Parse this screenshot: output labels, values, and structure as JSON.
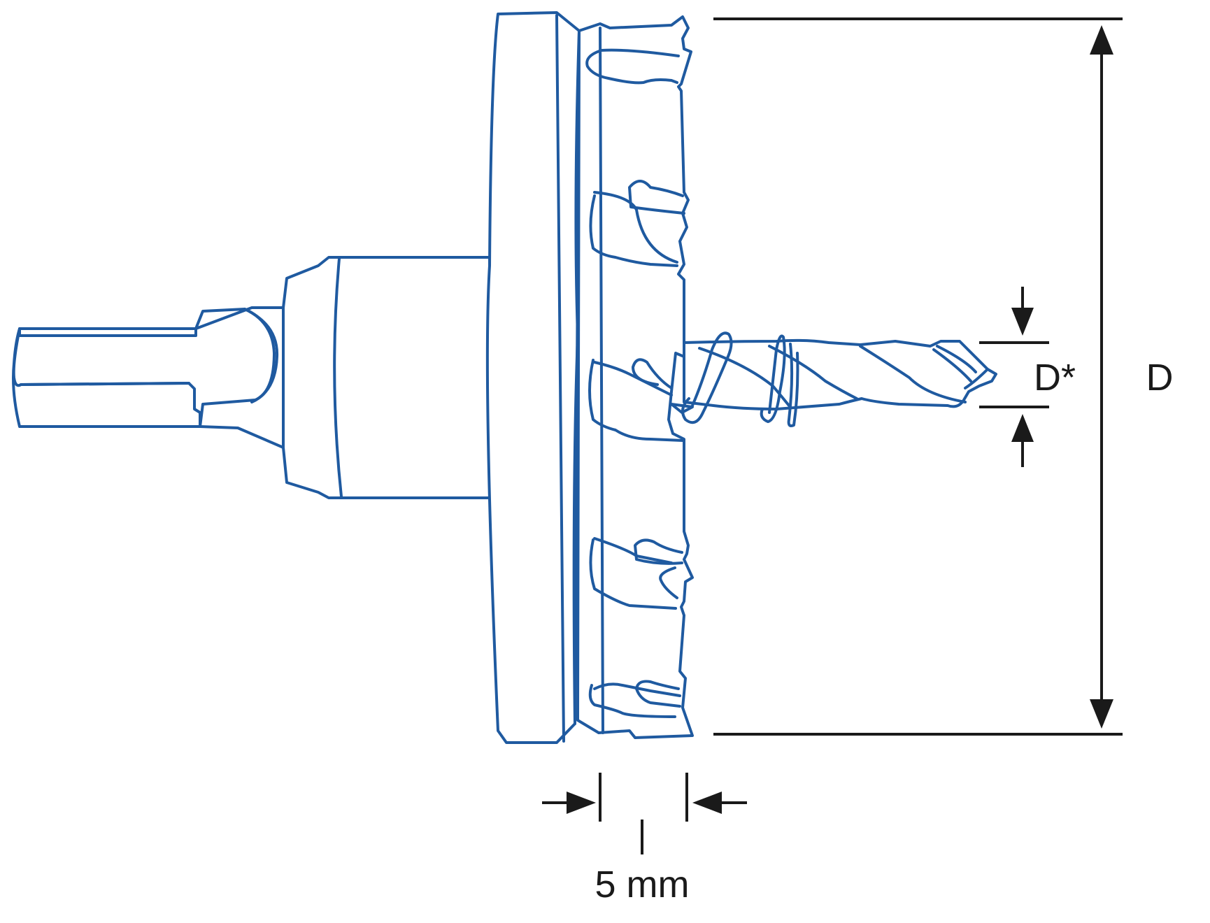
{
  "labels": {
    "outer_diameter": "D",
    "drill_diameter": "D*",
    "cutting_depth": "5 mm"
  },
  "colors": {
    "tool_outline": "#1f5aa0",
    "dimension_lines": "#1a1a1a",
    "background": "#ffffff"
  }
}
